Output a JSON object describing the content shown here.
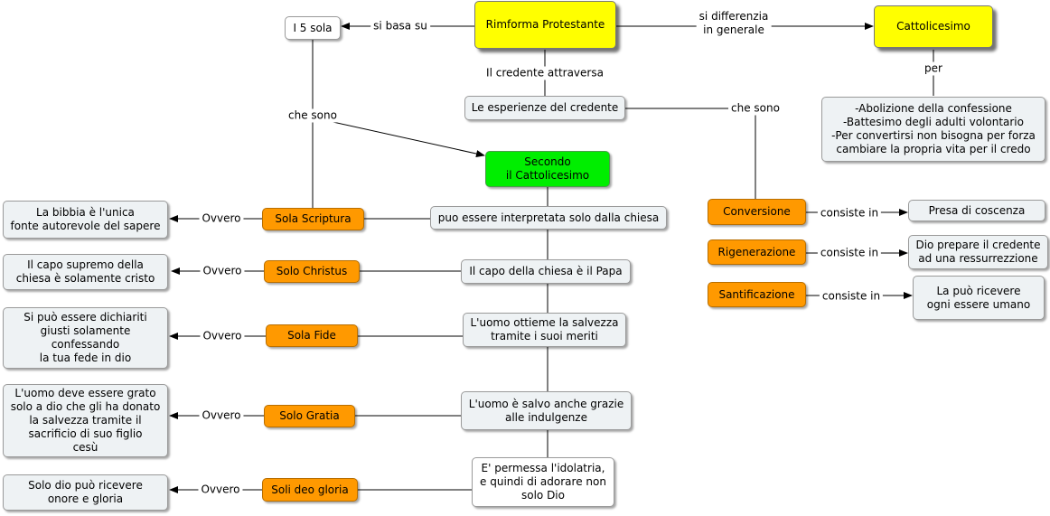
{
  "nodes": {
    "riforma": "Rimforma Protestante",
    "i5sola": "I 5 sola",
    "cattolicesimo": "Cattolicesimo",
    "abolizione": "-Abolizione della confessione\n-Battesimo degli adulti volontario\n-Per convertirsi non bisogna per forza\ncambiare la propria vita per il credo",
    "esperienze": "Le esperienze del credente",
    "secondo": "Secondo\nil Cattolicesimo",
    "sola_scriptura": "Sola Scriptura",
    "solo_christus": "Solo Christus",
    "sola_fide": "Sola Fide",
    "solo_gratia": "Solo Gratia",
    "soli_deo": "Soli deo gloria",
    "bibbia": "La bibbia è l'unica\nfonte autorevole del sapere",
    "capo_supremo": "Il capo supremo della\nchiesa è solamente cristo",
    "dichiariti": "Si può essere dichiariti\ngiusti solamente\nconfessando\nla tua fede in dio",
    "grato": "L'uomo deve essere grato\nsolo a dio che gli ha donato\nla salvezza tramite il\nsacrificio di suo figlio\ncesù",
    "onore": "Solo dio può ricevere\nonore e gloria",
    "interpretata": "puo essere interpretata solo dalla chiesa",
    "papa": "Il capo della chiesa è il Papa",
    "meriti": "L'uomo ottieme la salvezza\ntramite i suoi meriti",
    "indulgenze": "L'uomo è salvo anche grazie\nalle indulgenze",
    "idolatria": "E' permessa l'idolatria,\ne quindi di adorare non\nsolo Dio",
    "conversione": "Conversione",
    "rigenerazione": "Rigenerazione",
    "santificazione": "Santificazione",
    "coscenza": "Presa di coscenza",
    "ressurrezione": "Dio prepare il credente\nad una ressurrezzione",
    "ricevere": "La può ricevere\nogni essere umano"
  },
  "labels": {
    "si_basa_su": "si basa su",
    "si_differenzia": "si differenzia\nin generale",
    "credente_attraversa": "Il credente attraversa",
    "per": "per",
    "che_sono_left": "che sono",
    "che_sono_right": "che sono",
    "ovvero_1": "Ovvero",
    "ovvero_2": "Ovvero",
    "ovvero_3": "Ovvero",
    "ovvero_4": "Ovvero",
    "ovvero_5": "Ovvero",
    "consiste_1": "consiste in",
    "consiste_2": "consiste in",
    "consiste_3": "consiste in"
  },
  "colors": {
    "yellow": "#ffff00",
    "orange": "#ff9900",
    "green": "#00ee00",
    "grey_box": "#eef2f4"
  }
}
